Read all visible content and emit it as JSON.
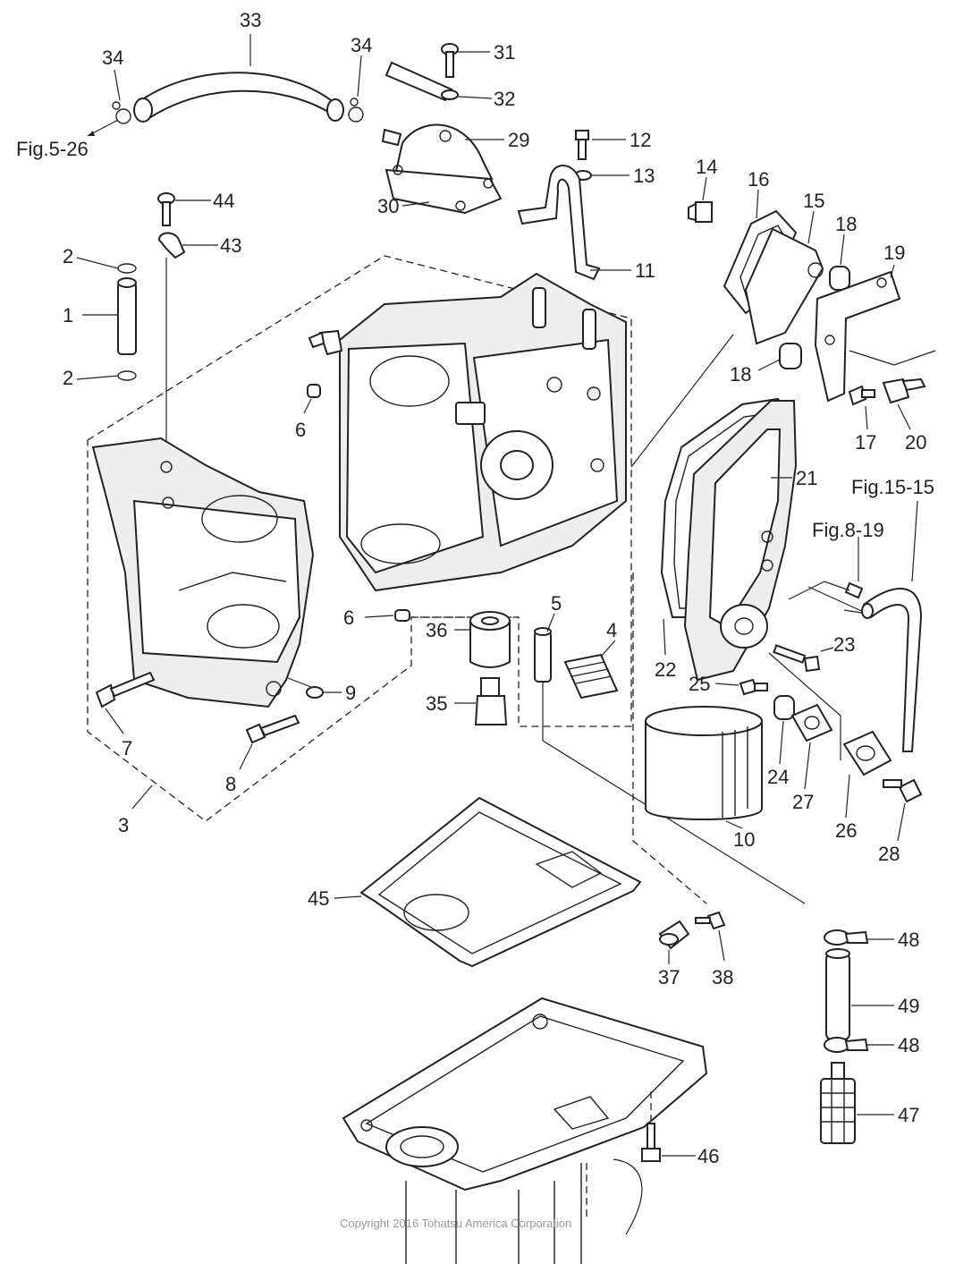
{
  "diagram": {
    "title": "Cylinder block exploded parts diagram",
    "copyright": "Copyright 2016 Tohatsu America Corporation",
    "references": [
      {
        "id": "fig-5-26",
        "text": "Fig.5-26"
      },
      {
        "id": "fig-15-15",
        "text": "Fig.15-15"
      },
      {
        "id": "fig-8-19",
        "text": "Fig.8-19"
      }
    ],
    "callouts": [
      {
        "id": "c1",
        "text": "1"
      },
      {
        "id": "c2a",
        "text": "2"
      },
      {
        "id": "c2b",
        "text": "2"
      },
      {
        "id": "c3",
        "text": "3"
      },
      {
        "id": "c4",
        "text": "4"
      },
      {
        "id": "c5",
        "text": "5"
      },
      {
        "id": "c6a",
        "text": "6"
      },
      {
        "id": "c6b",
        "text": "6"
      },
      {
        "id": "c7",
        "text": "7"
      },
      {
        "id": "c8",
        "text": "8"
      },
      {
        "id": "c9",
        "text": "9"
      },
      {
        "id": "c10",
        "text": "10"
      },
      {
        "id": "c11",
        "text": "11"
      },
      {
        "id": "c12",
        "text": "12"
      },
      {
        "id": "c13",
        "text": "13"
      },
      {
        "id": "c14",
        "text": "14"
      },
      {
        "id": "c15",
        "text": "15"
      },
      {
        "id": "c16",
        "text": "16"
      },
      {
        "id": "c17",
        "text": "17"
      },
      {
        "id": "c18a",
        "text": "18"
      },
      {
        "id": "c18b",
        "text": "18"
      },
      {
        "id": "c19",
        "text": "19"
      },
      {
        "id": "c20",
        "text": "20"
      },
      {
        "id": "c21",
        "text": "21"
      },
      {
        "id": "c22",
        "text": "22"
      },
      {
        "id": "c23",
        "text": "23"
      },
      {
        "id": "c24",
        "text": "24"
      },
      {
        "id": "c25",
        "text": "25"
      },
      {
        "id": "c26",
        "text": "26"
      },
      {
        "id": "c27",
        "text": "27"
      },
      {
        "id": "c28",
        "text": "28"
      },
      {
        "id": "c29",
        "text": "29"
      },
      {
        "id": "c30",
        "text": "30"
      },
      {
        "id": "c31",
        "text": "31"
      },
      {
        "id": "c32",
        "text": "32"
      },
      {
        "id": "c33",
        "text": "33"
      },
      {
        "id": "c34a",
        "text": "34"
      },
      {
        "id": "c34b",
        "text": "34"
      },
      {
        "id": "c35",
        "text": "35"
      },
      {
        "id": "c36",
        "text": "36"
      },
      {
        "id": "c37",
        "text": "37"
      },
      {
        "id": "c38",
        "text": "38"
      },
      {
        "id": "c43",
        "text": "43"
      },
      {
        "id": "c44",
        "text": "44"
      },
      {
        "id": "c45",
        "text": "45"
      },
      {
        "id": "c46",
        "text": "46"
      },
      {
        "id": "c47",
        "text": "47"
      },
      {
        "id": "c48a",
        "text": "48"
      },
      {
        "id": "c48b",
        "text": "48"
      },
      {
        "id": "c49",
        "text": "49"
      }
    ]
  }
}
